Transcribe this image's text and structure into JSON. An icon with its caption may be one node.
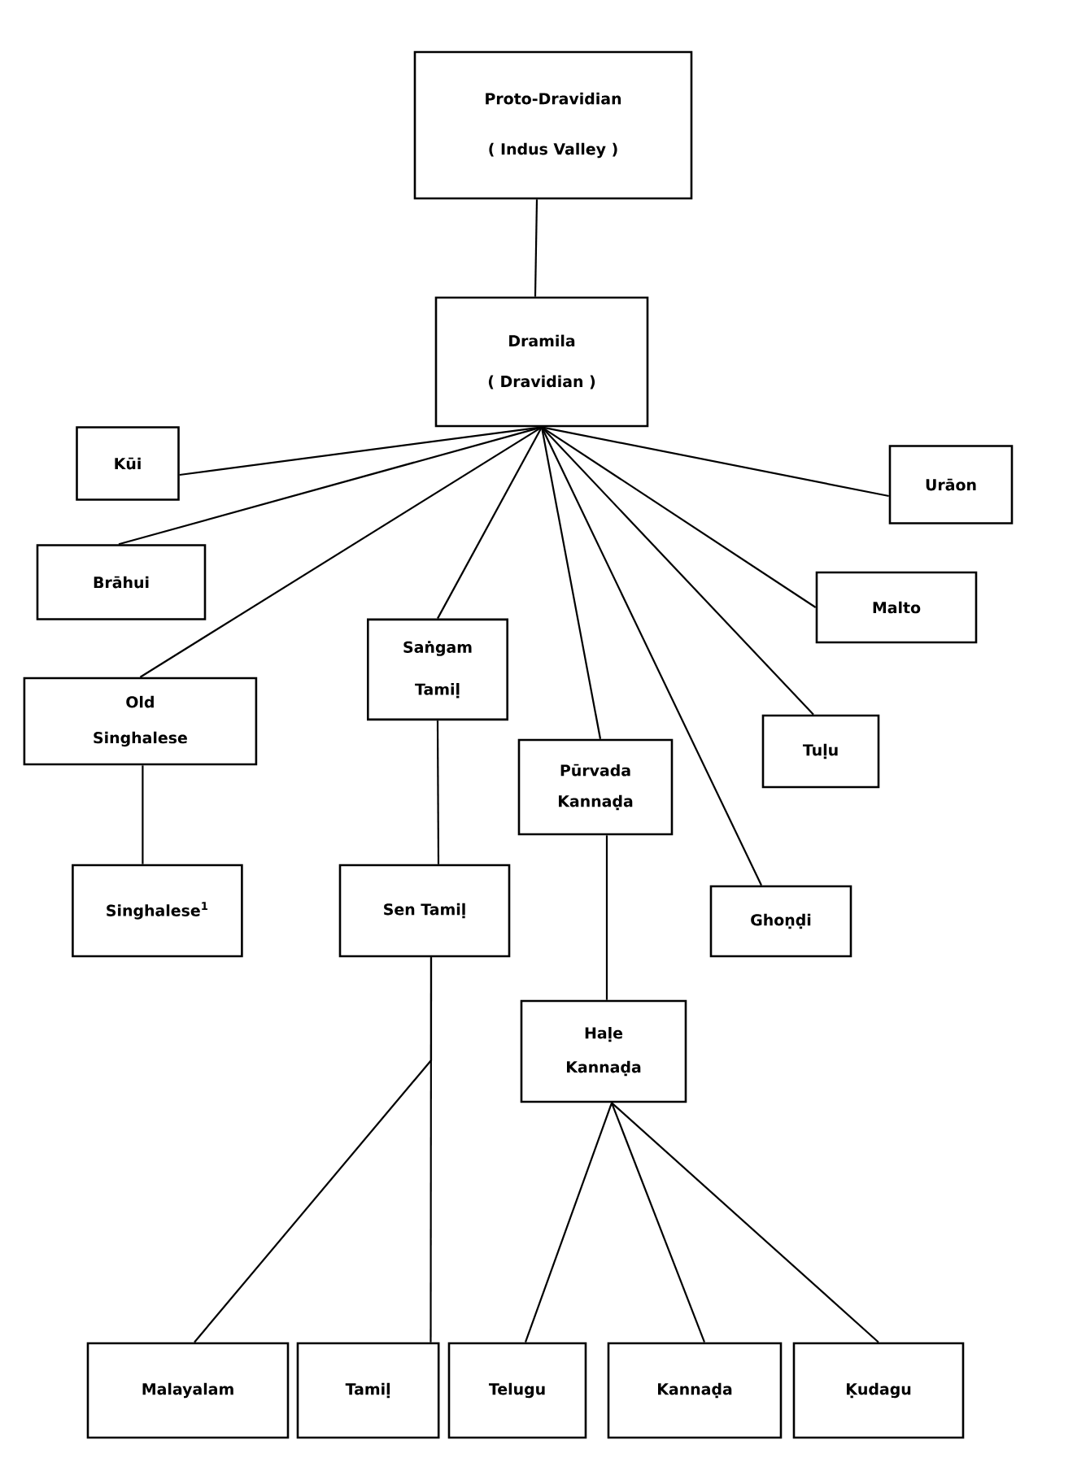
{
  "diagram": {
    "nodes": [
      {
        "text": [
          "Proto-Dravidian",
          "( Indus Valley )"
        ]
      },
      {
        "text": [
          "Dramila",
          "( Dravidian )"
        ]
      },
      {
        "text": [
          "Kūi"
        ]
      },
      {
        "text": [
          "Urāon"
        ]
      },
      {
        "text": [
          "Brāhui"
        ]
      },
      {
        "text": [
          "Malto"
        ]
      },
      {
        "text": [
          "Saṅgam Tamiḷ"
        ]
      },
      {
        "text": [
          "Old Singhalese"
        ]
      },
      {
        "text": [
          "Tuḷu"
        ]
      },
      {
        "text": [
          "Pūrvada Kannaḍa"
        ]
      },
      {
        "text": [
          "Singhalese$^{1}$"
        ]
      },
      {
        "text": [
          "Sen Tamiḷ"
        ]
      },
      {
        "text": [
          "Ghoṇḍi"
        ]
      },
      {
        "text": [
          "Haḷe Kannaḍa"
        ]
      },
      {
        "text": [
          "Malayalam"
        ]
      },
      {
        "text": [
          "Tamiḷ"
        ]
      },
      {
        "text": [
          "Telugu"
        ]
      },
      {
        "text": [
          "Kannaḍa"
        ]
      },
      {
        "text": [
          "Ḳudagu"
        ]
      }
    ],
    "edges": [
      {
        "from": 0,
        "to": 1,
        "arrow": "none"
      },
      {
        "from": 1,
        "to": 2,
        "arrow": "none"
      },
      {
        "from": 1,
        "to": 4,
        "arrow": "none"
      },
      {
        "from": 1,
        "to": 7,
        "arrow": "none"
      },
      {
        "from": 1,
        "to": 6,
        "arrow": "none"
      },
      {
        "from": 1,
        "to": 9,
        "arrow": "none"
      },
      {
        "from": 1,
        "to": 12,
        "arrow": "none"
      },
      {
        "from": 1,
        "to": 8,
        "arrow": "none"
      },
      {
        "from": 1,
        "to": 5,
        "arrow": "none"
      },
      {
        "from": 1,
        "to": 3,
        "arrow": "none"
      },
      {
        "from": 7,
        "to": 10,
        "arrow": "none"
      },
      {
        "from": 6,
        "to": 11,
        "arrow": "none"
      },
      {
        "from": 9,
        "to": 13,
        "arrow": "none"
      },
      {
        "from": 11,
        "to": 14,
        "arrow": "none"
      },
      {
        "from": 11,
        "to": 15,
        "arrow": "none"
      },
      {
        "from": 13,
        "to": 16,
        "arrow": "none"
      },
      {
        "from": 13,
        "to": 17,
        "arrow": "none"
      },
      {
        "from": 13,
        "to": 18,
        "arrow": "none"
      }
    ]
  }
}
